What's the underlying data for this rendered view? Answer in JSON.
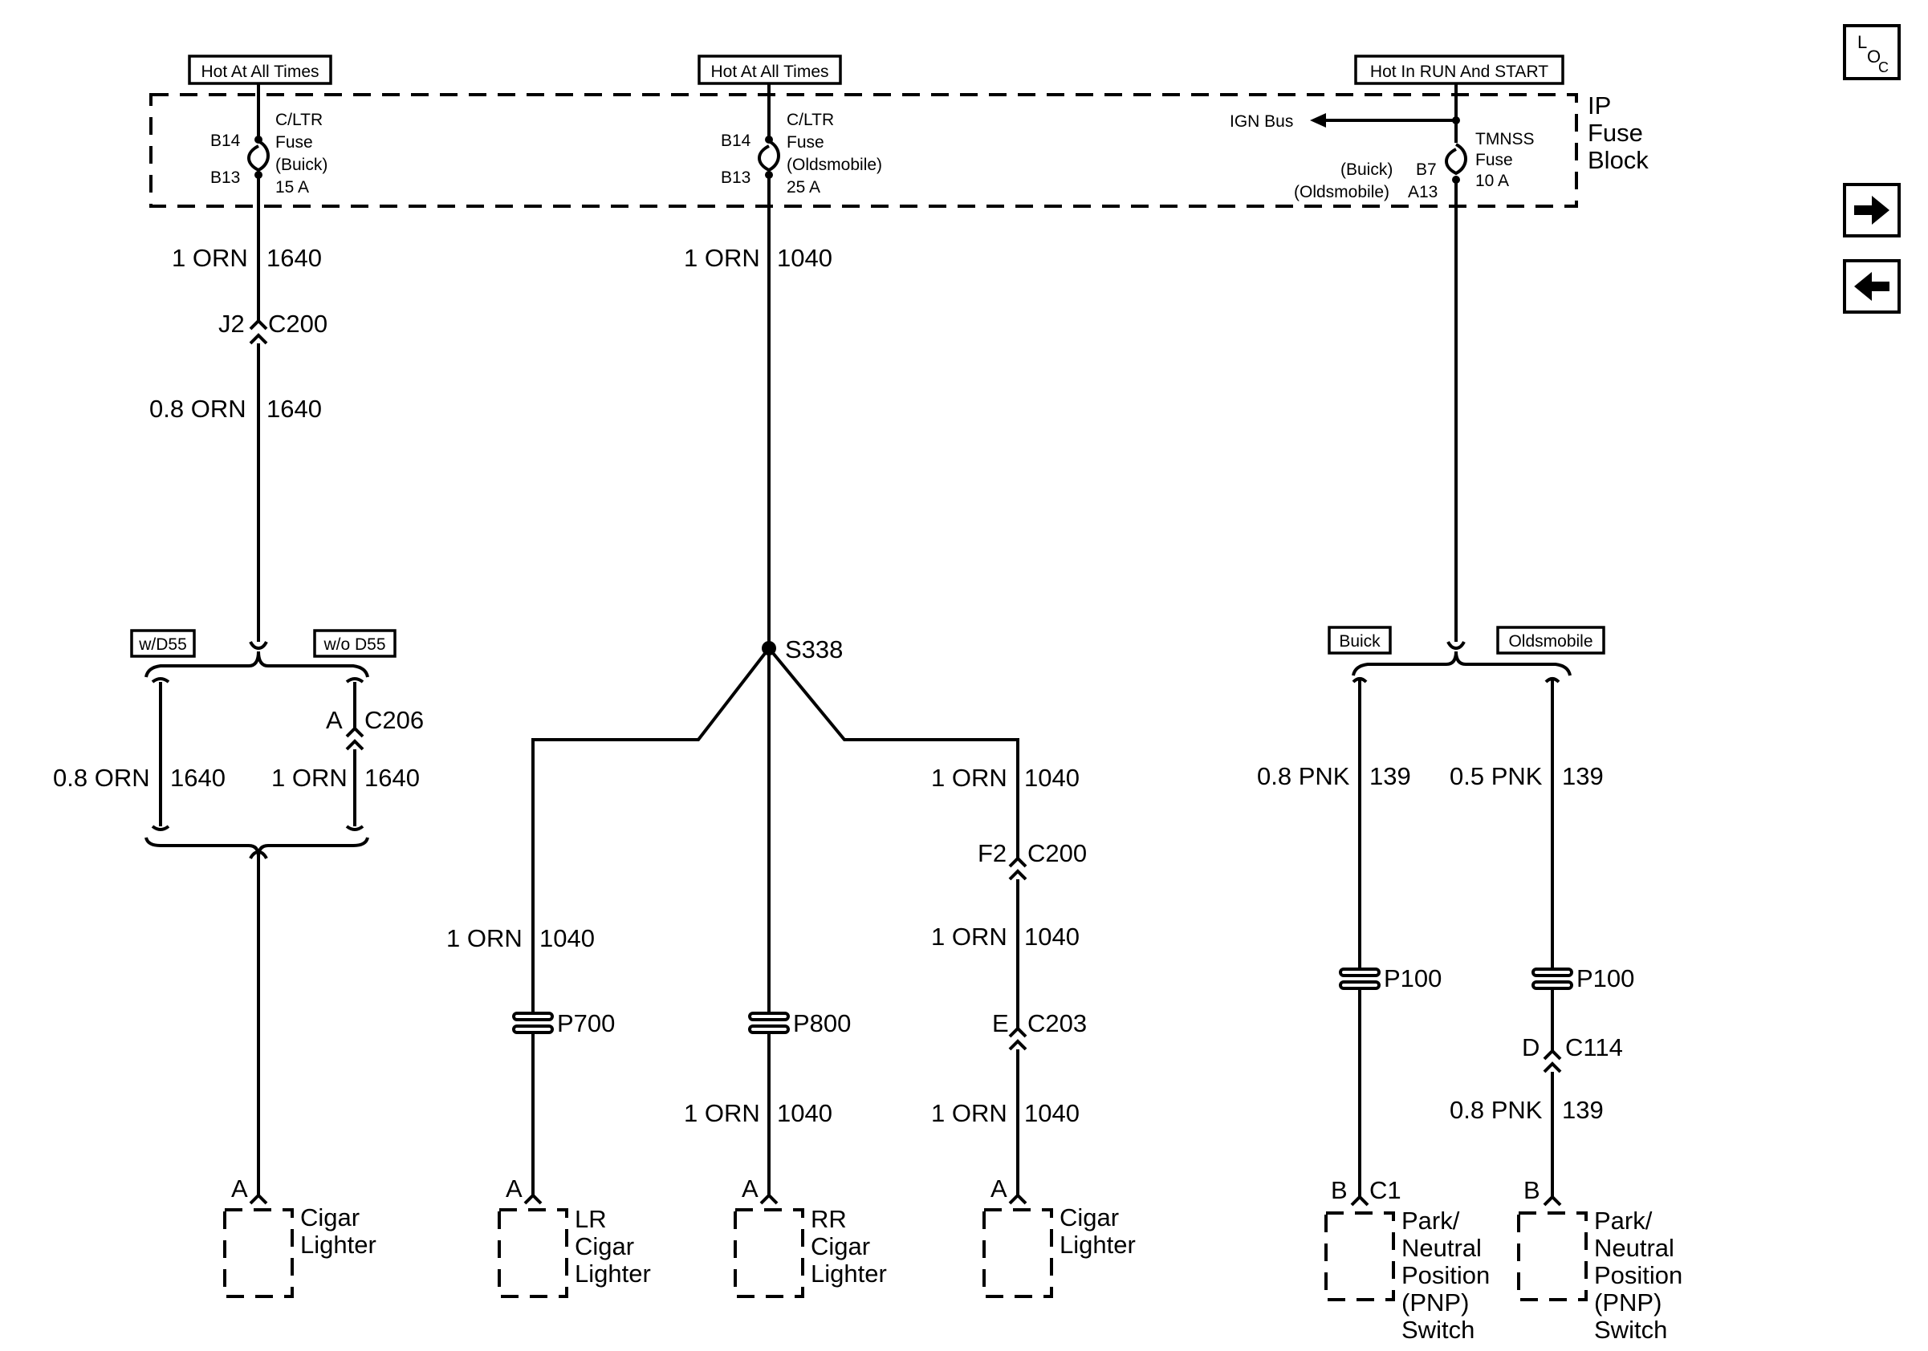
{
  "nav": {
    "loc": {
      "l": "L",
      "o": "O",
      "c": "C"
    },
    "next_icon": "arrow-right-icon",
    "prev_icon": "arrow-left-icon"
  },
  "power_labels": {
    "left": "Hot At All Times",
    "center": "Hot At All Times",
    "right": "Hot In RUN And START"
  },
  "fuse_block": {
    "label_line1": "IP",
    "label_line2": "Fuse",
    "label_line3": "Block",
    "ign_bus": "IGN Bus"
  },
  "fuses": {
    "buick_cltr": {
      "top_pin": "B14",
      "bottom_pin": "B13",
      "l1": "C/LTR",
      "l2": "Fuse",
      "l3": "(Buick)",
      "l4": "15 A"
    },
    "olds_cltr": {
      "top_pin": "B14",
      "bottom_pin": "B13",
      "l1": "C/LTR",
      "l2": "Fuse",
      "l3": "(Oldsmobile)",
      "l4": "25 A"
    },
    "tmnss": {
      "l1": "TMNSS",
      "l2": "Fuse",
      "l3": "10 A",
      "buick": "(Buick)",
      "olds": "(Oldsmobile)",
      "pin_buick": "B7",
      "pin_olds": "A13"
    }
  },
  "wires": {
    "w1a_size": "1 ORN",
    "w1a_circ": "1640",
    "w1b_size": "0.8 ORN",
    "w1b_circ": "1640",
    "w1c_size": "0.8 ORN",
    "w1c_circ": "1640",
    "w1d_size": "1 ORN",
    "w1d_circ": "1640",
    "w2a_size": "1 ORN",
    "w2a_circ": "1040",
    "w2b_size": "1 ORN",
    "w2b_circ": "1040",
    "w2c_size": "1 ORN",
    "w2c_circ": "1040",
    "w2d_size": "1 ORN",
    "w2d_circ": "1040",
    "w2e_size": "1 ORN",
    "w2e_circ": "1040",
    "w2f_size": "1 ORN",
    "w2f_circ": "1040",
    "w3a_size": "0.8 PNK",
    "w3a_circ": "139",
    "w3b_size": "0.5 PNK",
    "w3b_circ": "139",
    "w3c_size": "0.8 PNK",
    "w3c_circ": "139"
  },
  "connectors": {
    "j2": "J2",
    "c200": "C200",
    "a_c206": "A",
    "c206": "C206",
    "f2": "F2",
    "c200b": "C200",
    "e": "E",
    "c203": "C203",
    "d": "D",
    "c114": "C114",
    "splice": "S338",
    "p700": "P700",
    "p800": "P800",
    "p100a": "P100",
    "p100b": "P100"
  },
  "options": {
    "w_d55": "w/D55",
    "wo_d55": "w/o D55",
    "buick": "Buick",
    "olds": "Oldsmobile"
  },
  "components": {
    "cigar1": {
      "pin": "A",
      "l1": "Cigar",
      "l2": "Lighter"
    },
    "lr_cigar": {
      "pin": "A",
      "l1": "LR",
      "l2": "Cigar",
      "l3": "Lighter"
    },
    "rr_cigar": {
      "pin": "A",
      "l1": "RR",
      "l2": "Cigar",
      "l3": "Lighter"
    },
    "cigar2": {
      "pin": "A",
      "l1": "Cigar",
      "l2": "Lighter"
    },
    "pnp1": {
      "pin": "B",
      "conn": "C1",
      "l1": "Park/",
      "l2": "Neutral",
      "l3": "Position",
      "l4": "(PNP)",
      "l5": "Switch"
    },
    "pnp2": {
      "pin": "B",
      "l1": "Park/",
      "l2": "Neutral",
      "l3": "Position",
      "l4": "(PNP)",
      "l5": "Switch"
    }
  }
}
